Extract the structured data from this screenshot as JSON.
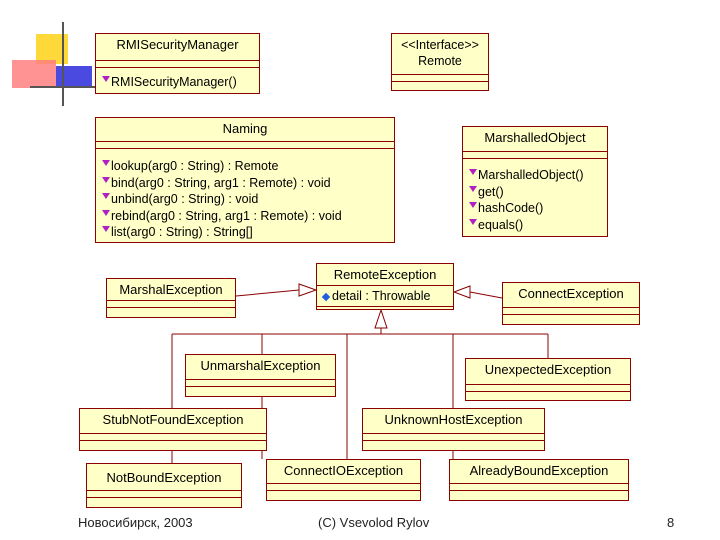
{
  "classes": {
    "rmi_security_manager": {
      "name": "RMISecurityManager",
      "ops": [
        "RMISecurityManager()"
      ]
    },
    "remote": {
      "stereotype": "<<Interface>>",
      "name": "Remote"
    },
    "naming": {
      "name": "Naming",
      "ops": [
        "lookup(arg0 : String) : Remote",
        "bind(arg0 : String, arg1 : Remote) : void",
        "unbind(arg0 : String) : void",
        "rebind(arg0 : String, arg1 : Remote) : void",
        "list(arg0 : String) : String[]"
      ]
    },
    "marshalled_object": {
      "name": "MarshalledObject",
      "ops": [
        "MarshalledObject()",
        "get()",
        "hashCode()",
        "equals()"
      ]
    },
    "remote_exception": {
      "name": "RemoteException",
      "attr": "detail : Throwable"
    },
    "marshal_exception": {
      "name": "MarshalException"
    },
    "connect_exception": {
      "name": "ConnectException"
    },
    "unmarshal_exception": {
      "name": "UnmarshalException"
    },
    "unexpected_exception": {
      "name": "UnexpectedException"
    },
    "stub_not_found_exception": {
      "name": "StubNotFoundException"
    },
    "unknown_host_exception": {
      "name": "UnknownHostException"
    },
    "not_bound_exception": {
      "name": "NotBoundException"
    },
    "connect_io_exception": {
      "name": "ConnectIOException"
    },
    "already_bound_exception": {
      "name": "AlreadyBoundException"
    }
  },
  "footer": {
    "left": "Новосибирск, 2003",
    "center": "(C) Vsevolod Rylov",
    "page": "8"
  },
  "colors": {
    "box_fill": "#ffffc8",
    "box_border": "#8b0000",
    "operation_icon": "#b020c0",
    "attribute_icon": "#2060e0"
  }
}
